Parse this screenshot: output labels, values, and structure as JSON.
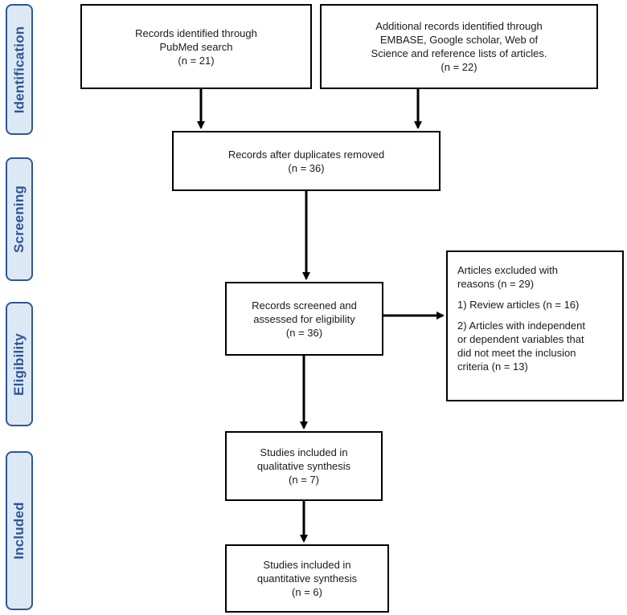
{
  "phases": {
    "identification": "Identification",
    "screening": "Screening",
    "eligibility": "Eligibility",
    "included": "Included"
  },
  "boxes": {
    "pubmed": {
      "line1": "Records identified through",
      "line2": "PubMed search",
      "count": "(n = 21)"
    },
    "additional": {
      "line1": "Additional records identified through",
      "line2": "EMBASE, Google scholar, Web of",
      "line3": "Science and reference lists of articles.",
      "count": "(n = 22)"
    },
    "duplicates_removed": {
      "line1": "Records after duplicates removed",
      "count": "(n = 36)"
    },
    "screened": {
      "line1": "Records screened and",
      "line2": "assessed for eligibility",
      "count": "(n = 36)"
    },
    "excluded": {
      "line1": "Articles excluded with",
      "line2": "reasons (n = 29)",
      "reason1": "1) Review articles (n = 16)",
      "reason2_line1": "2) Articles with independent",
      "reason2_line2": "or dependent variables that",
      "reason2_line3": "did not meet the inclusion",
      "reason2_line4": "criteria (n = 13)"
    },
    "qualitative": {
      "line1": "Studies included in",
      "line2": "qualitative synthesis",
      "count": "(n = 7)"
    },
    "quantitative": {
      "line1": "Studies included in",
      "line2": "quantitative synthesis",
      "count": "(n = 6)"
    }
  },
  "colors": {
    "phase_fill": "#dce9f5",
    "phase_border": "#2f5597",
    "box_border": "#000000"
  }
}
